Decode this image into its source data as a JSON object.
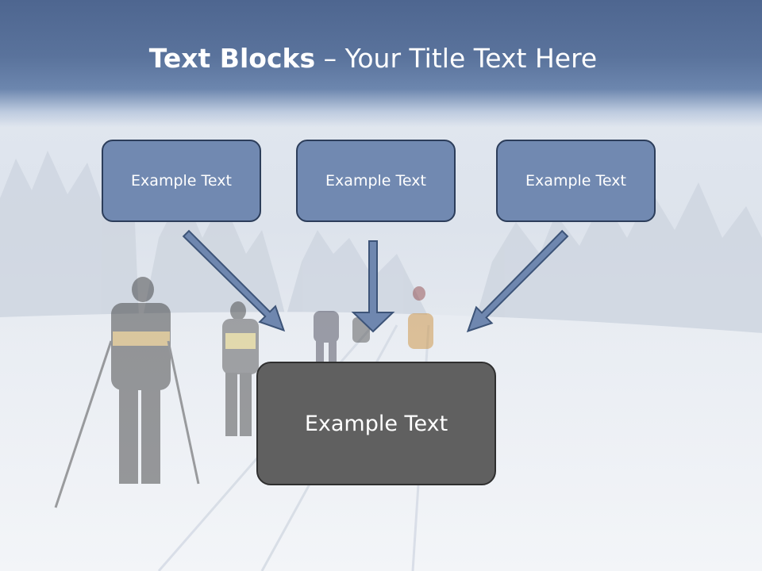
{
  "slide": {
    "title_bold": "Text Blocks",
    "title_separator": "–",
    "title_rest": "Your Title Text Here"
  },
  "blocks": {
    "left": "Example Text",
    "middle": "Example Text",
    "right": "Example Text",
    "center": "Example Text"
  },
  "colors": {
    "header": "#56709a",
    "box_fill": "#7189b1",
    "box_border": "#2c3d5a",
    "arrow_fill": "#6f87af",
    "center_fill": "#606060"
  },
  "icons": [
    "arrow-down-right-icon",
    "arrow-down-icon",
    "arrow-down-left-icon"
  ]
}
